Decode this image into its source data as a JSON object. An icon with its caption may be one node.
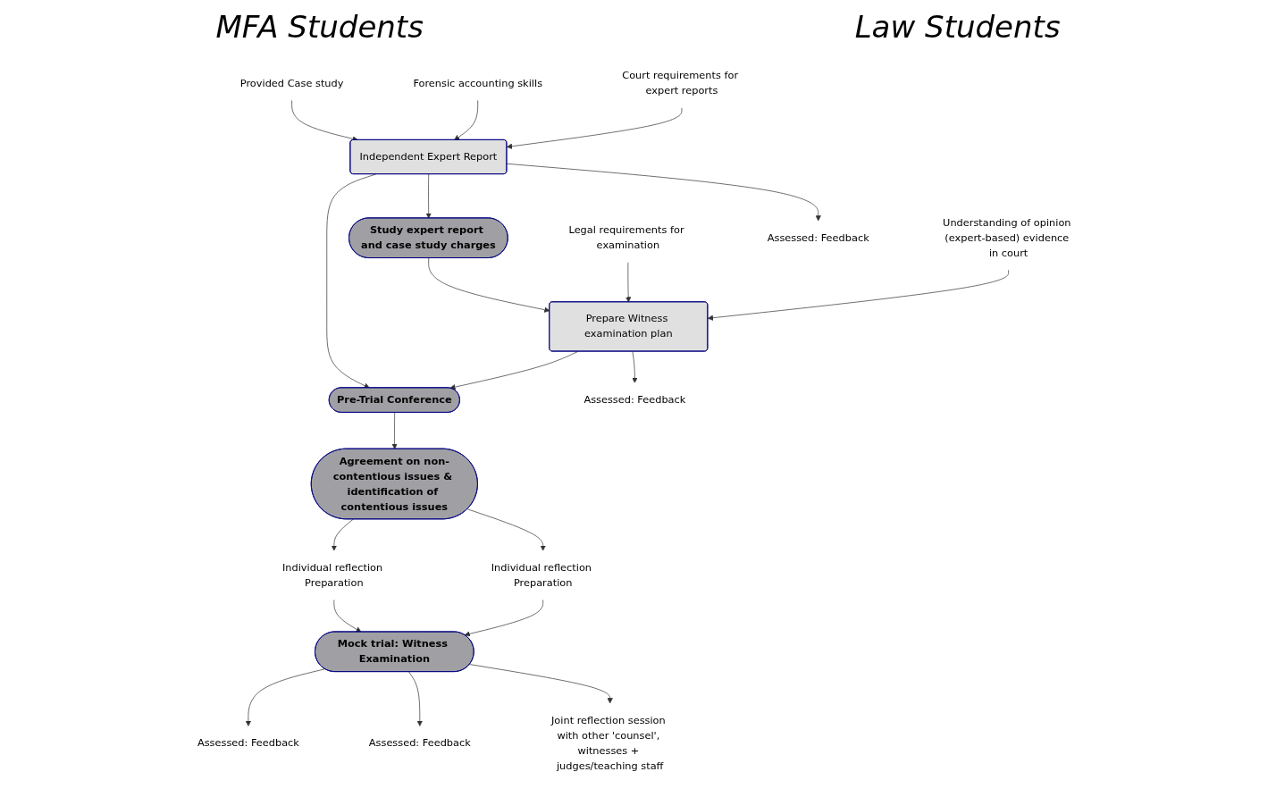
{
  "diagram": {
    "nodes": [
      {
        "text": [
          "Provided Case study"
        ]
      },
      {
        "text": [
          "Forensic accounting skills"
        ]
      },
      {
        "text": [
          "Court requirements for expert reports"
        ]
      },
      {
        "text": [
          "Independent Expert Report"
        ]
      },
      {
        "text": [
          "Study expert report and case study charges"
        ]
      },
      {
        "text": [
          "Legal requirements for examination"
        ]
      },
      {
        "text": [
          "Understanding of opinion (expert-based) evidence in court"
        ]
      },
      {
        "text": [
          "Prepare Witness examination plan"
        ]
      },
      {
        "text": [
          "Pre-Trial Conference"
        ]
      },
      {
        "text": [
          "Assessed: Feedback"
        ]
      },
      {
        "text": [
          "Assessed: Feedback"
        ]
      },
      {
        "text": [
          "Agreement on non-contentious issues & identification of contentious issues"
        ]
      },
      {
        "text": [
          "Individual reflection Preparation"
        ]
      },
      {
        "text": [
          "Individual reflection Preparation"
        ]
      },
      {
        "text": [
          "Mock trial: Witness Examination"
        ]
      },
      {
        "text": [
          "Assessed: Feedback"
        ]
      },
      {
        "text": [
          "Assessed: Feedback"
        ]
      },
      {
        "text": [
          "Joint reflection session with other 'counsel', witnesses + judges/teaching staff"
        ]
      }
    ],
    "edges": [
      {
        "from": 0,
        "to": 3,
        "arrow": "to"
      },
      {
        "from": 1,
        "to": 3,
        "arrow": "to"
      },
      {
        "from": 2,
        "to": 3,
        "arrow": "to"
      },
      {
        "from": 3,
        "to": 4,
        "arrow": "to"
      },
      {
        "from": 4,
        "to": 7,
        "arrow": "to"
      },
      {
        "from": 5,
        "to": 7,
        "arrow": "to"
      },
      {
        "from": 6,
        "to": 7,
        "arrow": "to"
      },
      {
        "from": 3,
        "to": 9,
        "arrow": "to"
      },
      {
        "from": 3,
        "to": 8,
        "arrow": "to"
      },
      {
        "from": 7,
        "to": 8,
        "arrow": "to"
      },
      {
        "from": 7,
        "to": 10,
        "arrow": "to"
      },
      {
        "from": 8,
        "to": 11,
        "arrow": "to"
      },
      {
        "from": 11,
        "to": 12,
        "arrow": "to"
      },
      {
        "from": 11,
        "to": 13,
        "arrow": "to"
      },
      {
        "from": 12,
        "to": 14,
        "arrow": "to"
      },
      {
        "from": 13,
        "to": 14,
        "arrow": "to"
      },
      {
        "from": 14,
        "to": 15,
        "arrow": "to"
      },
      {
        "from": 14,
        "to": 16,
        "arrow": "to"
      },
      {
        "from": 14,
        "to": 17,
        "arrow": "to"
      }
    ],
    "labels": [
      "MFA Students",
      "Law Students"
    ]
  }
}
